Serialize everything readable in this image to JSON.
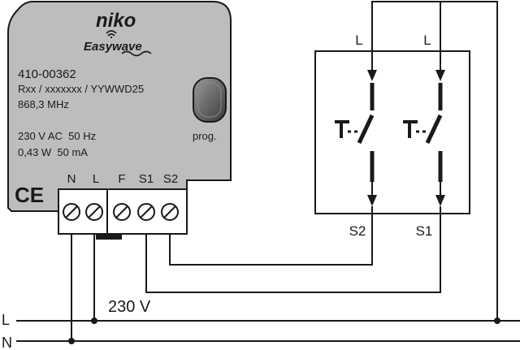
{
  "module": {
    "brand": "niko",
    "product_line": "Easywave",
    "model": "410-00362",
    "code": "Rxx / xxxxxxx / YYWWD25",
    "frequency": "868,3 MHz",
    "supply": "230 V AC  50 Hz",
    "consumption": "0,43 W  50 mA",
    "prog_label": "prog.",
    "ce_mark": "CE",
    "body_color": "#bdbdbd",
    "terminals": [
      "N",
      "L",
      "F",
      "S1",
      "S2"
    ]
  },
  "switch_box": {
    "inputs": [
      "L",
      "L"
    ],
    "outputs": [
      "S2",
      "S1"
    ]
  },
  "mains": {
    "voltage": "230 V",
    "lines": [
      "L",
      "N"
    ]
  }
}
